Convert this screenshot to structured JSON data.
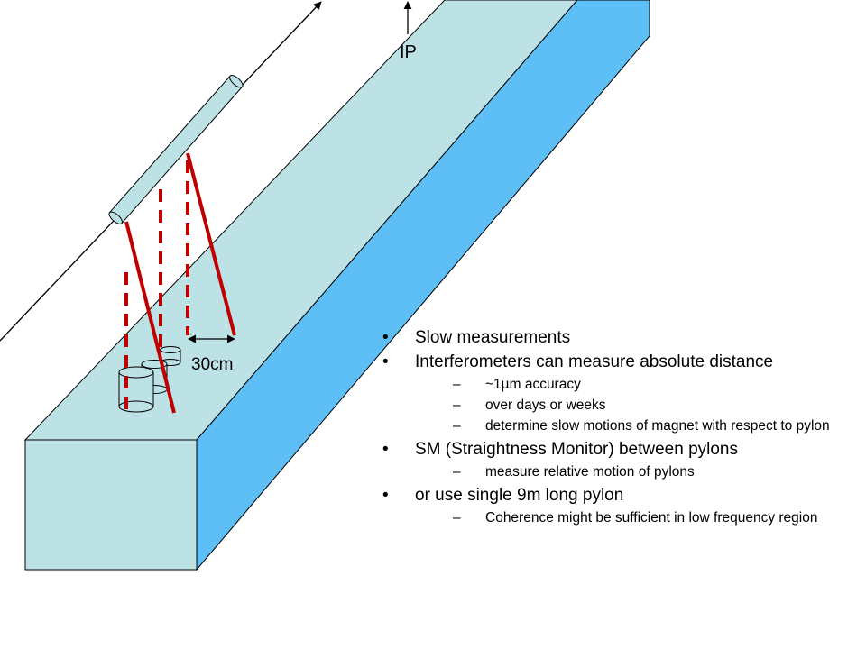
{
  "diagram": {
    "labels": {
      "ip": "IP",
      "distance": "30cm"
    },
    "colors": {
      "pylon_top": "#bde2e6",
      "pylon_side": "#5dbff5",
      "pylon_front": "#bde2e6",
      "beam_pipe": "#bde2e6",
      "measure_line": "#c00000"
    }
  },
  "bullets": {
    "b1": "Slow measurements",
    "b2": "Interferometers can measure absolute distance",
    "b2_1": "~1µm accuracy",
    "b2_2": "over days or weeks",
    "b2_3": "determine slow motions of magnet with respect to pylon",
    "b3": "SM (Straightness Monitor) between pylons",
    "b3_1": "measure relative motion of pylons",
    "b4": "or use single 9m long pylon",
    "b4_1": "Coherence might be sufficient in low frequency region"
  },
  "markers": {
    "bullet": "•",
    "dash": "–"
  }
}
